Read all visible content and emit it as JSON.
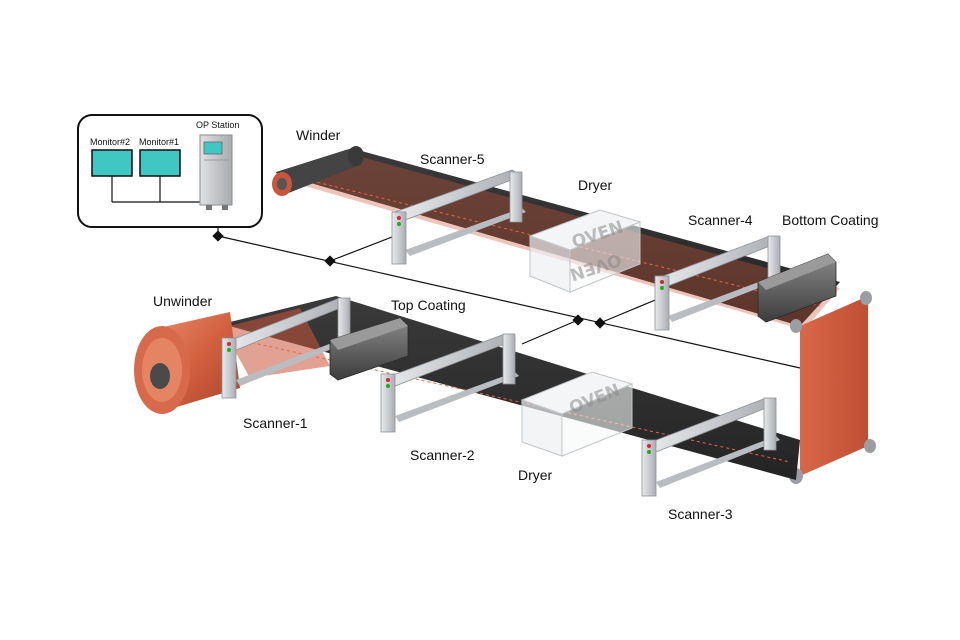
{
  "labels": {
    "winder": "Winder",
    "unwinder": "Unwinder",
    "scanner_1": "Scanner-1",
    "scanner_2": "Scanner-2",
    "scanner_3": "Scanner-3",
    "scanner_4": "Scanner-4",
    "scanner_5": "Scanner-5",
    "dryer_top": "Dryer",
    "dryer_bottom": "Dryer",
    "top_coating": "Top Coating",
    "bottom_coating": "Bottom Coating",
    "op_station": "OP Station",
    "monitor_2": "Monitor#2",
    "monitor_1": "Monitor#1",
    "oven_top": "OVEN",
    "oven_top_reflect": "OVEN",
    "oven_bottom": "OVEN"
  },
  "colors": {
    "film": "#c9553a",
    "film_light": "#e07a5f",
    "belt": "#2e2e2e",
    "frame": "#d4d6d8",
    "screen": "#3fc7c4",
    "network_line": "#111111"
  }
}
